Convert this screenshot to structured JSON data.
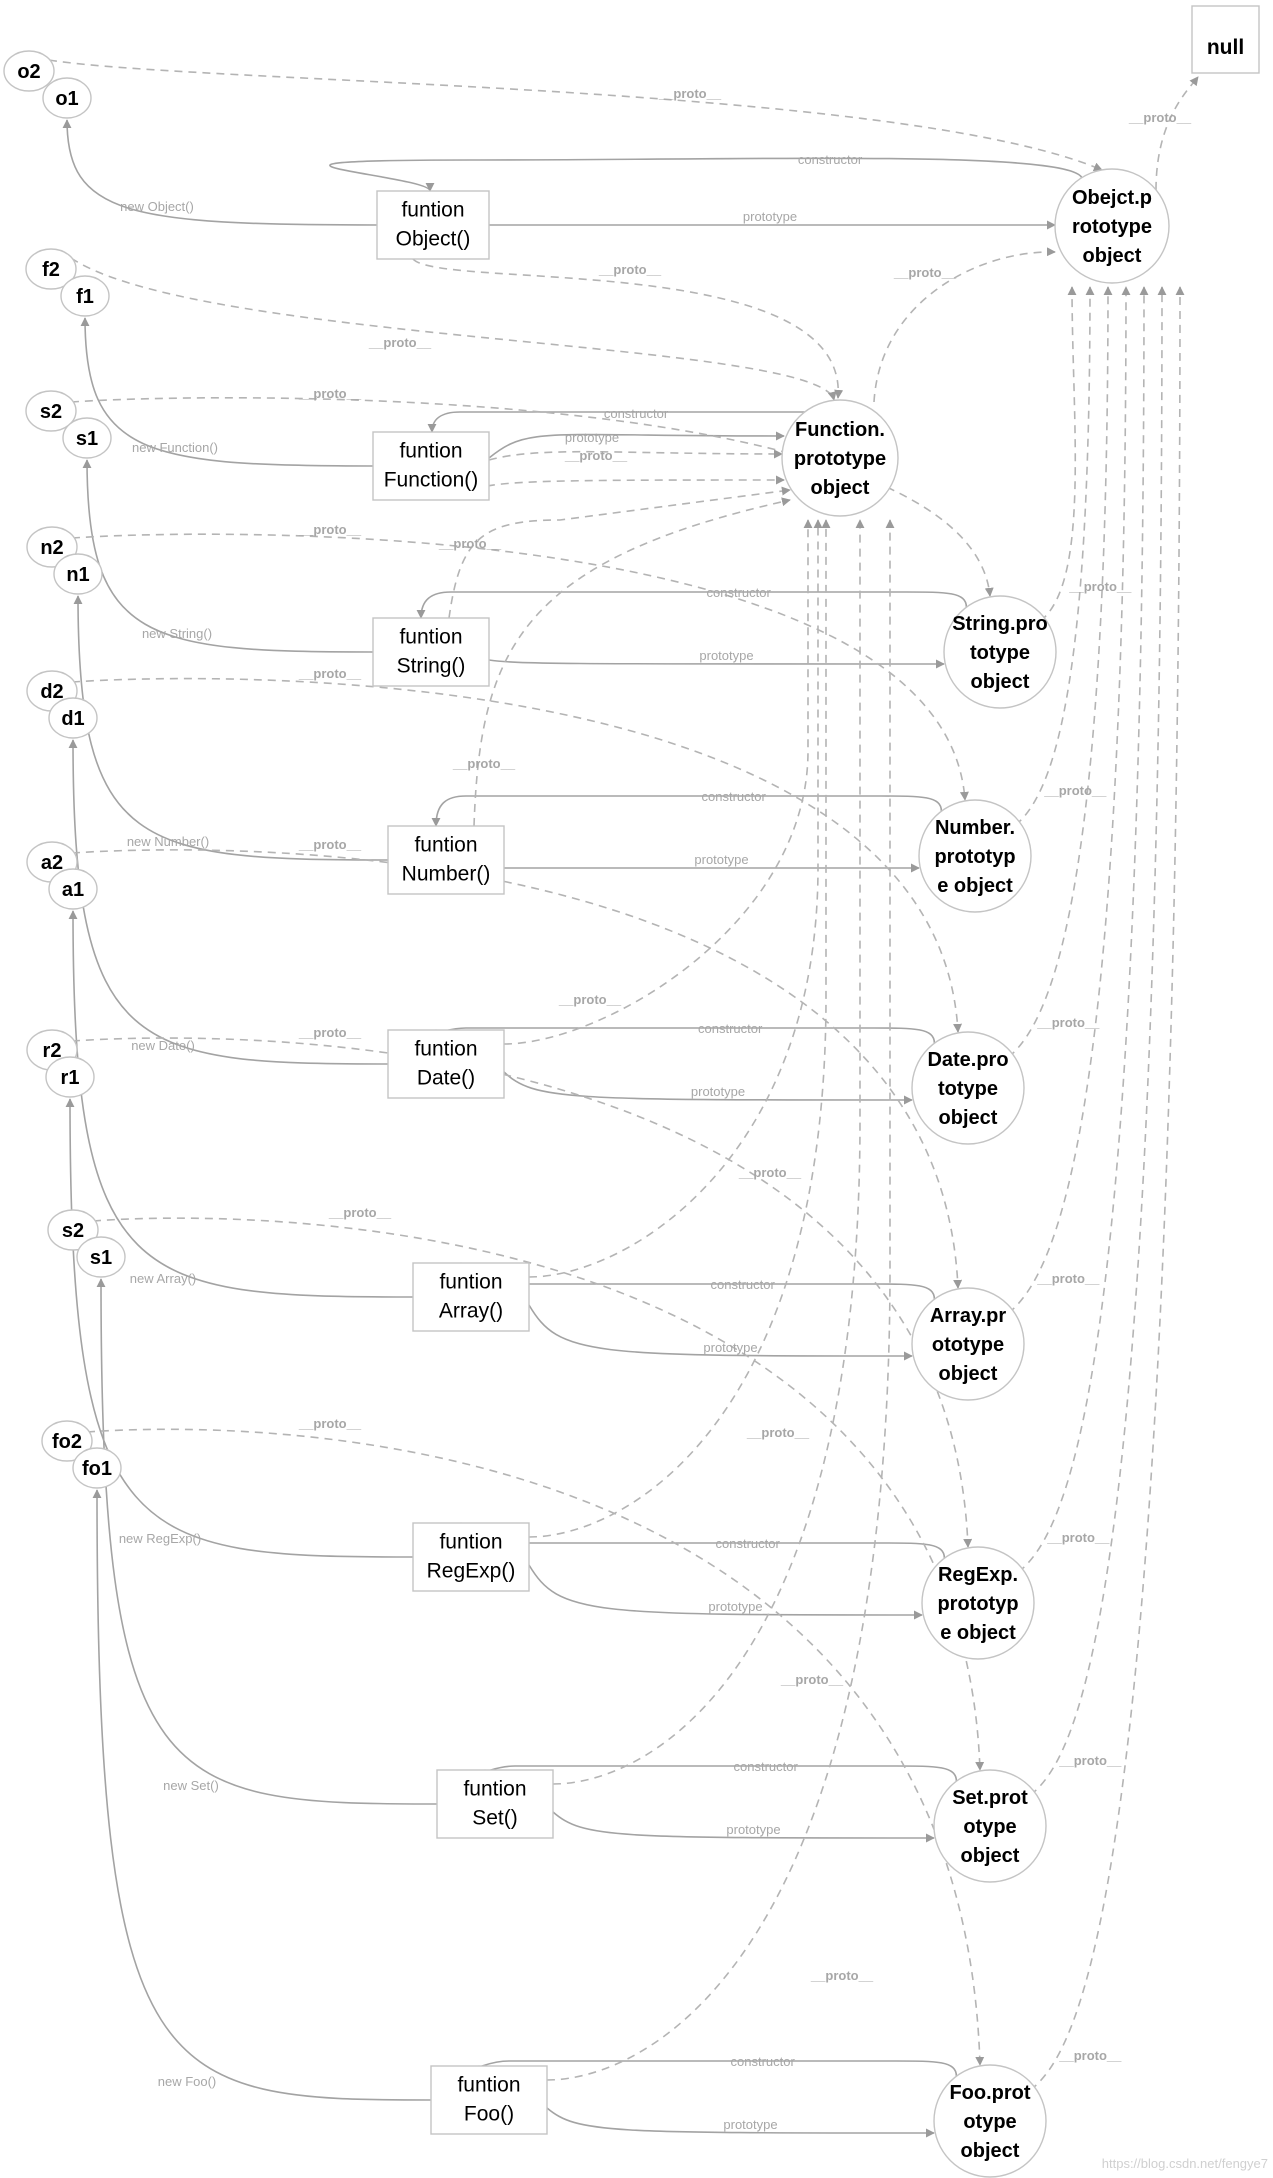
{
  "null_label": "null",
  "proto_label": "__proto__",
  "constructor_label": "constructor",
  "prototype_label": "prototype",
  "object_proto": [
    "Obejct.p",
    "rototype",
    "object"
  ],
  "function_proto": [
    "Function.",
    "prototype",
    "object"
  ],
  "watermark": "https://blog.csdn.net/fengye7",
  "rows": [
    {
      "inst_a": "o2",
      "inst_b": "o1",
      "fn": [
        "funtion",
        "Object()"
      ],
      "new_label": "new Object()",
      "proto": null
    },
    {
      "inst_a": "f2",
      "inst_b": "f1",
      "fn": [
        "funtion",
        "Function()"
      ],
      "new_label": "new Function()",
      "proto": null
    },
    {
      "inst_a": "s2",
      "inst_b": "s1",
      "fn": [
        "funtion",
        "String()"
      ],
      "new_label": "new String()",
      "proto": [
        "String.pro",
        "totype",
        "object"
      ]
    },
    {
      "inst_a": "n2",
      "inst_b": "n1",
      "fn": [
        "funtion",
        "Number()"
      ],
      "new_label": "new Number()",
      "proto": [
        "Number.",
        "prototyp",
        "e object"
      ]
    },
    {
      "inst_a": "d2",
      "inst_b": "d1",
      "fn": [
        "funtion",
        "Date()"
      ],
      "new_label": "new Date()",
      "proto": [
        "Date.pro",
        "totype",
        "object"
      ]
    },
    {
      "inst_a": "a2",
      "inst_b": "a1",
      "fn": [
        "funtion",
        "Array()"
      ],
      "new_label": "new Array()",
      "proto": [
        "Array.pr",
        "ototype",
        "object"
      ]
    },
    {
      "inst_a": "r2",
      "inst_b": "r1",
      "fn": [
        "funtion",
        "RegExp()"
      ],
      "new_label": "new RegExp()",
      "proto": [
        "RegExp.",
        "prototyp",
        "e object"
      ]
    },
    {
      "inst_a": "s2",
      "inst_b": "s1",
      "fn": [
        "funtion",
        "Set()"
      ],
      "new_label": "new Set()",
      "proto": [
        "Set.prot",
        "otype",
        "object"
      ]
    },
    {
      "inst_a": "fo2",
      "inst_b": "fo1",
      "fn": [
        "funtion",
        "Foo()"
      ],
      "new_label": "new Foo()",
      "proto": [
        "Foo.prot",
        "otype",
        "object"
      ]
    }
  ]
}
